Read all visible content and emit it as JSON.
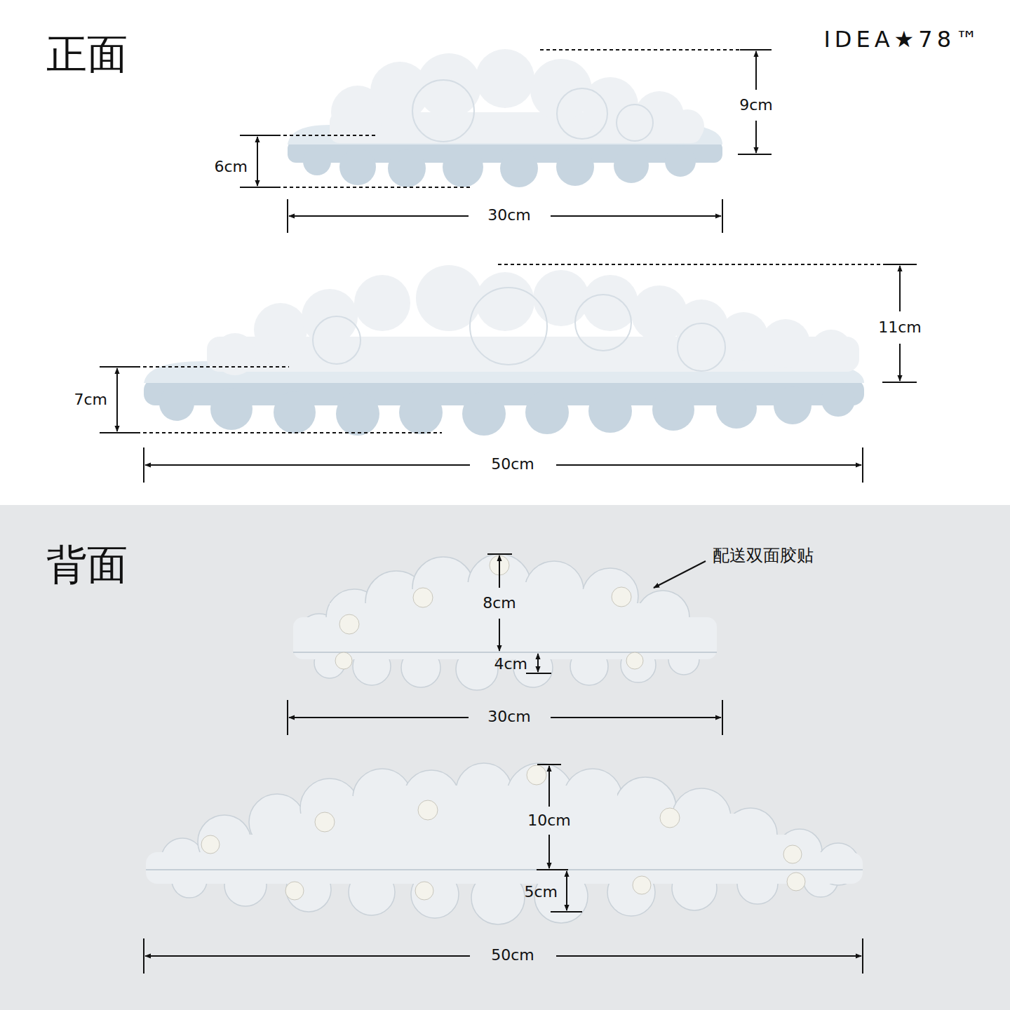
{
  "diagram": {
    "labels": [
      "正面",
      "IDEA★78™",
      "9cm",
      "6cm",
      "30cm",
      "11cm",
      "7cm",
      "50cm",
      "背面",
      "配送双面胶贴",
      "8cm",
      "4cm",
      "30cm",
      "10cm",
      "5cm",
      "50cm"
    ]
  }
}
